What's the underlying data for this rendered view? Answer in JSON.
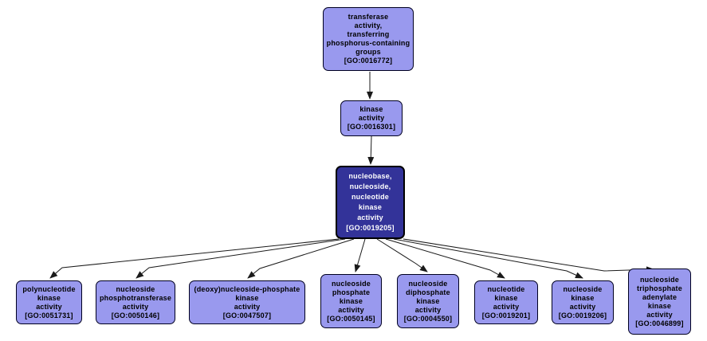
{
  "diagram": {
    "type": "gene-ontology-term-graph",
    "colors": {
      "background": "#ffffff",
      "node_fill": "#9999ee",
      "node_border": "#000020",
      "node_text": "#000000",
      "selected_node_fill": "#333399",
      "selected_node_text": "#ffffff",
      "edge": "#1a1a1a"
    },
    "nodes": [
      {
        "id": "GO:0016772",
        "selected": false,
        "label": "transferase\nactivity,\ntransferring\nphosphorus-containing\ngroups\n[GO:0016772]"
      },
      {
        "id": "GO:0016301",
        "selected": false,
        "label": "kinase\nactivity\n[GO:0016301]"
      },
      {
        "id": "GO:0019205",
        "selected": true,
        "label": "nucleobase,\nnucleoside,\nnucleotide\nkinase\nactivity\n[GO:0019205]"
      },
      {
        "id": "GO:0051731",
        "selected": false,
        "label": "polynucleotide\nkinase\nactivity\n[GO:0051731]"
      },
      {
        "id": "GO:0050146",
        "selected": false,
        "label": "nucleoside\nphosphotransferase\nactivity\n[GO:0050146]"
      },
      {
        "id": "GO:0047507",
        "selected": false,
        "label": "(deoxy)nucleoside-phosphate\nkinase\nactivity\n[GO:0047507]"
      },
      {
        "id": "GO:0050145",
        "selected": false,
        "label": "nucleoside\nphosphate\nkinase\nactivity\n[GO:0050145]"
      },
      {
        "id": "GO:0004550",
        "selected": false,
        "label": "nucleoside\ndiphosphate\nkinase\nactivity\n[GO:0004550]"
      },
      {
        "id": "GO:0019201",
        "selected": false,
        "label": "nucleotide\nkinase\nactivity\n[GO:0019201]"
      },
      {
        "id": "GO:0019206",
        "selected": false,
        "label": "nucleoside\nkinase\nactivity\n[GO:0019206]"
      },
      {
        "id": "GO:0046899",
        "selected": false,
        "label": "nucleoside\ntriphosphate\nadenylate\nkinase\nactivity\n[GO:0046899]"
      }
    ],
    "edges": [
      {
        "from": "GO:0016772",
        "to": "GO:0016301"
      },
      {
        "from": "GO:0016301",
        "to": "GO:0019205"
      },
      {
        "from": "GO:0019205",
        "to": "GO:0051731"
      },
      {
        "from": "GO:0019205",
        "to": "GO:0050146"
      },
      {
        "from": "GO:0019205",
        "to": "GO:0047507"
      },
      {
        "from": "GO:0019205",
        "to": "GO:0050145"
      },
      {
        "from": "GO:0019205",
        "to": "GO:0004550"
      },
      {
        "from": "GO:0019205",
        "to": "GO:0019201"
      },
      {
        "from": "GO:0019205",
        "to": "GO:0019206"
      },
      {
        "from": "GO:0019205",
        "to": "GO:0046899"
      }
    ]
  }
}
